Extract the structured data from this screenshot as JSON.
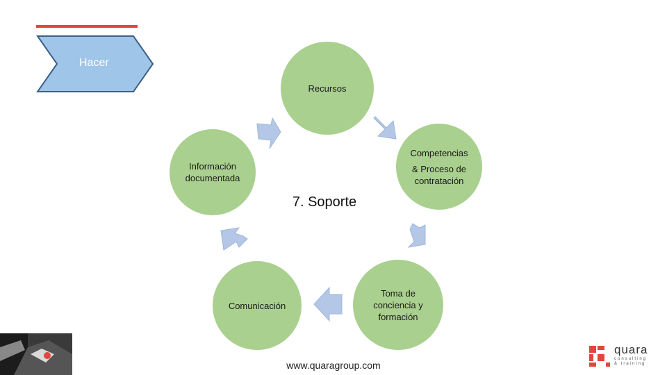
{
  "header": {
    "chevron_label": "Hacer",
    "accent_color": "#e0463f",
    "chevron_color": "#9fc5e8"
  },
  "diagram": {
    "title": "7. Soporte",
    "node_color": "#a9d08e",
    "arrow_color": "#b4c7e7",
    "nodes": {
      "recursos": "Recursos",
      "competencias_line1": "Competencias",
      "competencias_line2": "& Proceso de contratación",
      "toma": "Toma de conciencia y formación",
      "comunicacion": "Comunicación",
      "informacion": "Información documentada"
    }
  },
  "footer": {
    "url": "www.quaragroup.com",
    "logo_word": "quara",
    "logo_sub1": "consulting",
    "logo_sub2": "& training",
    "logo_color": "#e0463f"
  }
}
